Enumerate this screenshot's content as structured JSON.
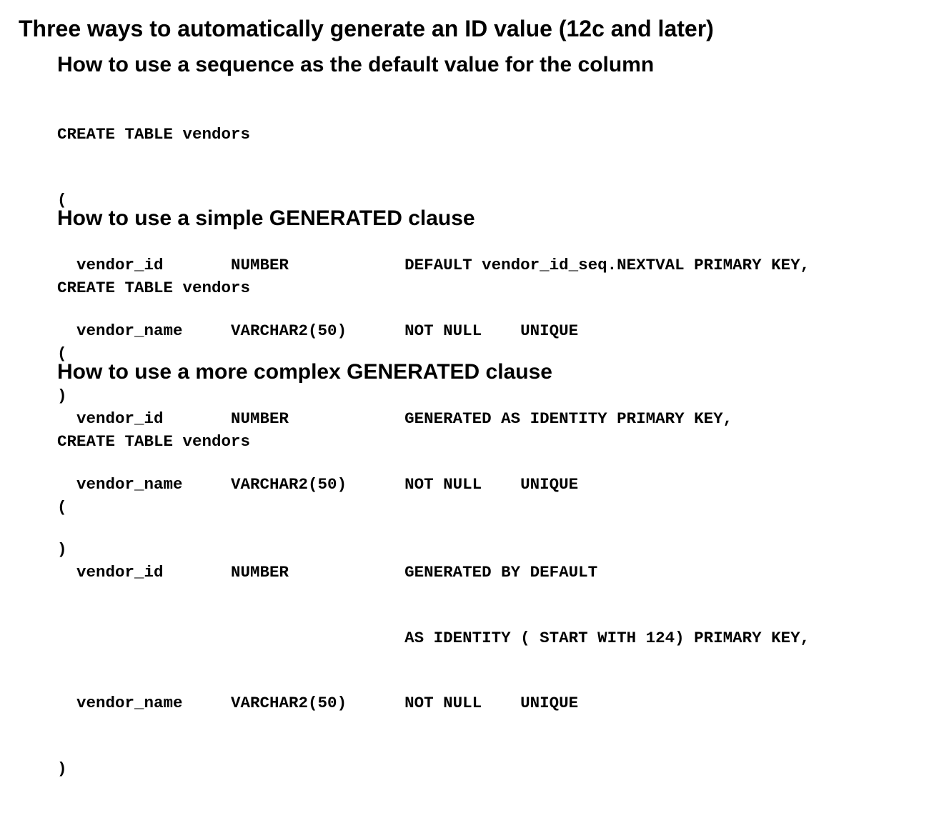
{
  "title": "Three ways to automatically generate an ID value (12c and later)",
  "sections": [
    {
      "heading": "How to use a sequence as the default value for the column",
      "code_lines": [
        "CREATE TABLE vendors",
        "(",
        "  vendor_id       NUMBER            DEFAULT vendor_id_seq.NEXTVAL PRIMARY KEY,",
        "  vendor_name     VARCHAR2(50)      NOT NULL    UNIQUE",
        ")"
      ]
    },
    {
      "heading": "How to use a simple GENERATED clause",
      "code_lines": [
        "CREATE TABLE vendors",
        "(",
        "  vendor_id       NUMBER            GENERATED AS IDENTITY PRIMARY KEY,",
        "  vendor_name     VARCHAR2(50)      NOT NULL    UNIQUE",
        ")"
      ]
    },
    {
      "heading": "How to use a more complex GENERATED clause",
      "code_lines": [
        "CREATE TABLE vendors",
        "(",
        "  vendor_id       NUMBER            GENERATED BY DEFAULT",
        "                                    AS IDENTITY ( START WITH 124) PRIMARY KEY,",
        "  vendor_name     VARCHAR2(50)      NOT NULL    UNIQUE",
        ")"
      ]
    }
  ]
}
